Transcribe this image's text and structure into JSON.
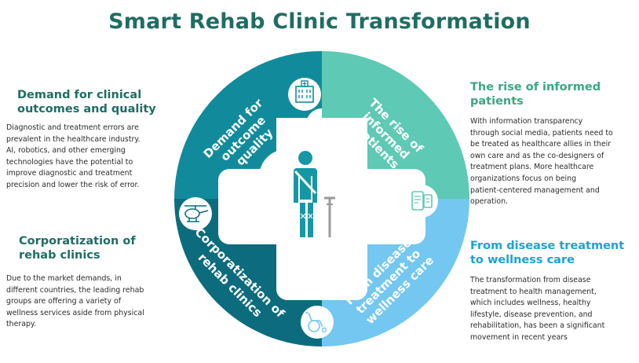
{
  "title": "Smart Rehab Clinic Transformation",
  "colors": {
    "title": "#1f6d63",
    "segment_top_left": "#118b9b",
    "segment_top_right": "#5ec9b4",
    "segment_bottom_right": "#73c7f1",
    "segment_bottom_left": "#0c6c7d",
    "figure": "#1597a6"
  },
  "segments": {
    "top_left": {
      "lines": [
        "Demand for",
        "outcome",
        "quality"
      ],
      "icon": "hospital-building-icon"
    },
    "top_right": {
      "lines": [
        "The rise of",
        "informed",
        "patients"
      ],
      "icon": "devices-icon"
    },
    "bottom_left": {
      "lines": [
        "Corporatization of",
        "rehab clinics"
      ],
      "icon": "helicopter-icon"
    },
    "bottom_right": {
      "lines": [
        "From disease",
        "treatment to",
        "wellness care"
      ],
      "icon": "wheelchair-icon"
    }
  },
  "center_icon": "injured-person-with-crutch-icon",
  "blocks": {
    "demand": {
      "heading_lines": [
        "Demand for clinical",
        "outcomes and quality"
      ],
      "body_lines": [
        "Diagnostic and treatment errors are",
        "prevalent in the healthcare industry.",
        "AI, robotics, and other emerging",
        "technologies have the potential to",
        "improve diagnostic and treatment",
        "precision and lower the risk of error."
      ]
    },
    "corporatization": {
      "heading_lines": [
        "Corporatization of",
        "rehab clinics"
      ],
      "body_lines": [
        "Due to the market demands, in",
        "different countries, the leading rehab",
        "groups are offering a variety of",
        "wellness services aside from physical",
        "therapy."
      ]
    },
    "informed": {
      "heading_lines": [
        "The rise of informed",
        "patients"
      ],
      "body_lines": [
        "With information transparency",
        "through social media, patients need to",
        "be treated as healthcare allies in their",
        "own care and as the co-designers of",
        "treatment plans. More healthcare",
        "organizations focus on being",
        "patient-centered management and",
        "operation."
      ]
    },
    "wellness": {
      "heading_lines": [
        "From disease treatment",
        "to wellness care"
      ],
      "body_lines": [
        "The transformation from disease",
        "treatment to health management,",
        "which includes wellness, healthy",
        "lifestyle, disease prevention, and",
        "rehabilitation, has been a significant",
        "movement in recent years"
      ]
    }
  }
}
